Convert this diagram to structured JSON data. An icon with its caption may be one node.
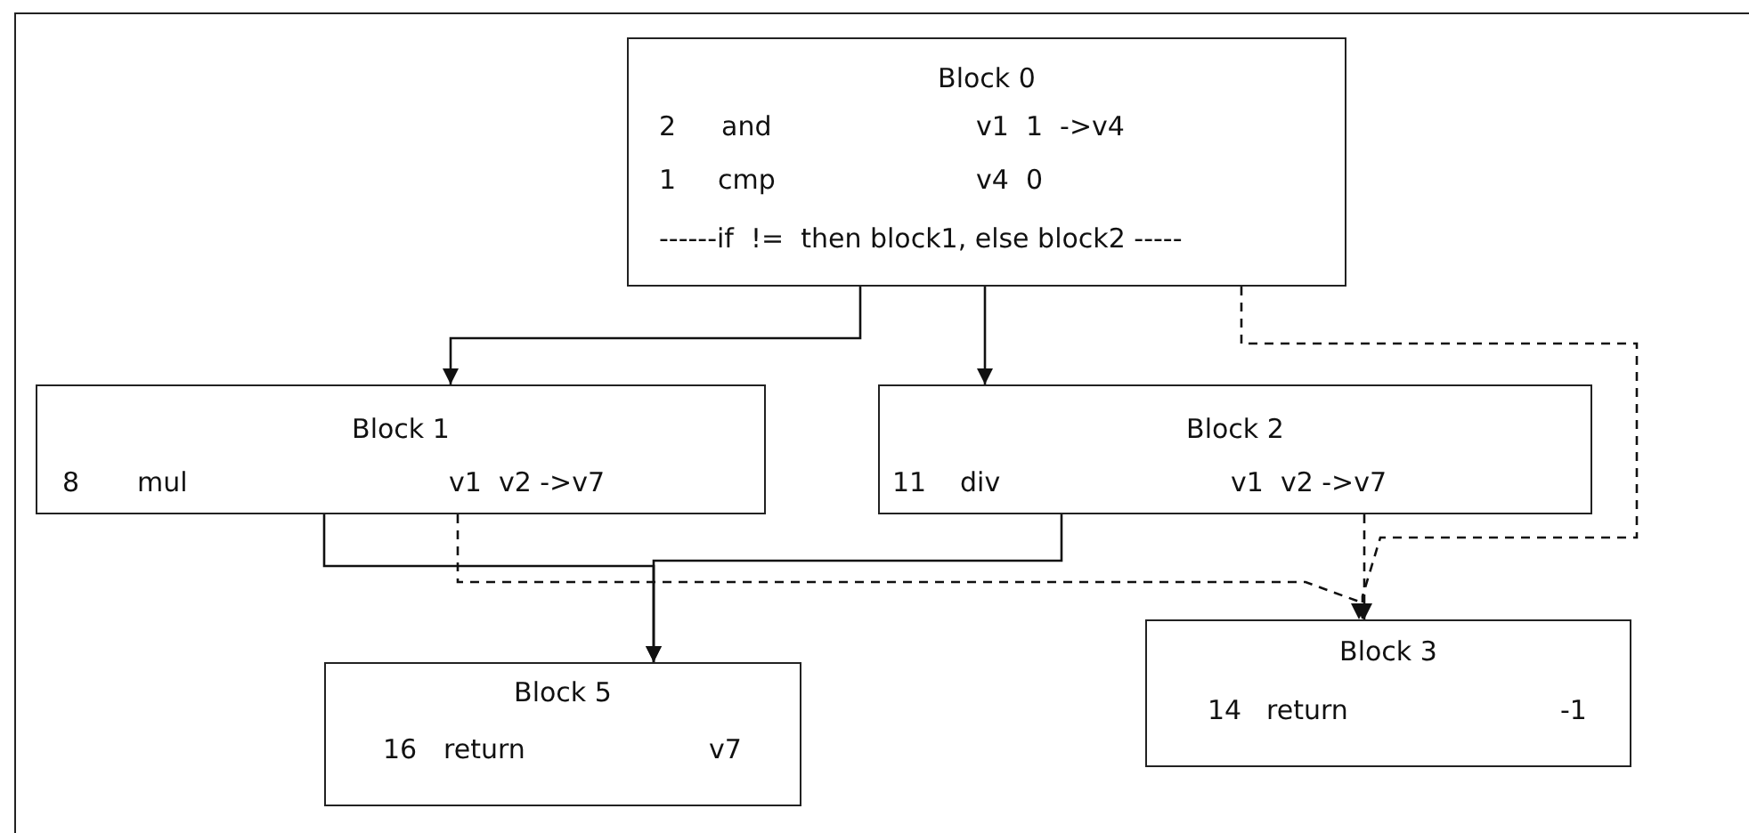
{
  "diagram": {
    "nodes": [
      {
        "text": [
          "Block 0",
          "2",
          "and",
          "v1  1  ->v4",
          "1",
          "cmp",
          "v4  0",
          "------if  !=  then block1, else block2 -----"
        ]
      },
      {
        "text": [
          "Block 1",
          "8",
          "mul",
          "v1  v2 ->v7"
        ]
      },
      {
        "text": [
          "Block 2",
          "11",
          "div",
          "v1  v2 ->v7"
        ]
      },
      {
        "text": [
          "Block 3",
          "14",
          "return",
          "-1"
        ]
      },
      {
        "text": [
          "Block 5",
          "16",
          "return",
          "v7"
        ]
      }
    ],
    "edges": [
      {
        "from": 0,
        "to": 1,
        "arrow": "to"
      },
      {
        "from": 0,
        "to": 2,
        "arrow": "to"
      },
      {
        "from": 0,
        "to": 3,
        "arrow": "to",
        "style": "dashed"
      },
      {
        "from": 1,
        "to": 4,
        "arrow": "to"
      },
      {
        "from": 2,
        "to": 4,
        "arrow": "to"
      },
      {
        "from": 1,
        "to": 3,
        "arrow": "to",
        "style": "dashed"
      },
      {
        "from": 2,
        "to": 3,
        "arrow": "to",
        "style": "dashed"
      }
    ]
  }
}
